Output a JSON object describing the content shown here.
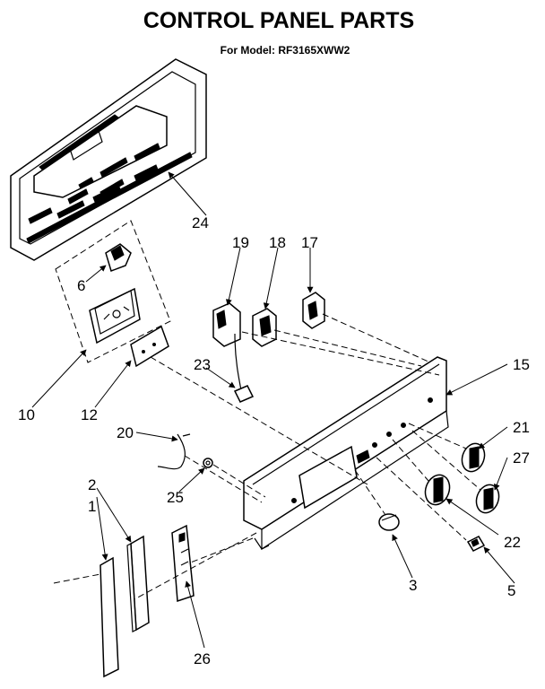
{
  "header": {
    "title": "CONTROL PANEL PARTS",
    "model_line": "For Model: RF3165XWW2"
  },
  "callouts": {
    "p1": "1",
    "p2": "2",
    "p3": "3",
    "p5": "5",
    "p6": "6",
    "p10": "10",
    "p12": "12",
    "p15": "15",
    "p17": "17",
    "p18": "18",
    "p19": "19",
    "p20": "20",
    "p21": "21",
    "p22": "22",
    "p23": "23",
    "p24": "24",
    "p25": "25",
    "p26": "26",
    "p27": "27"
  }
}
